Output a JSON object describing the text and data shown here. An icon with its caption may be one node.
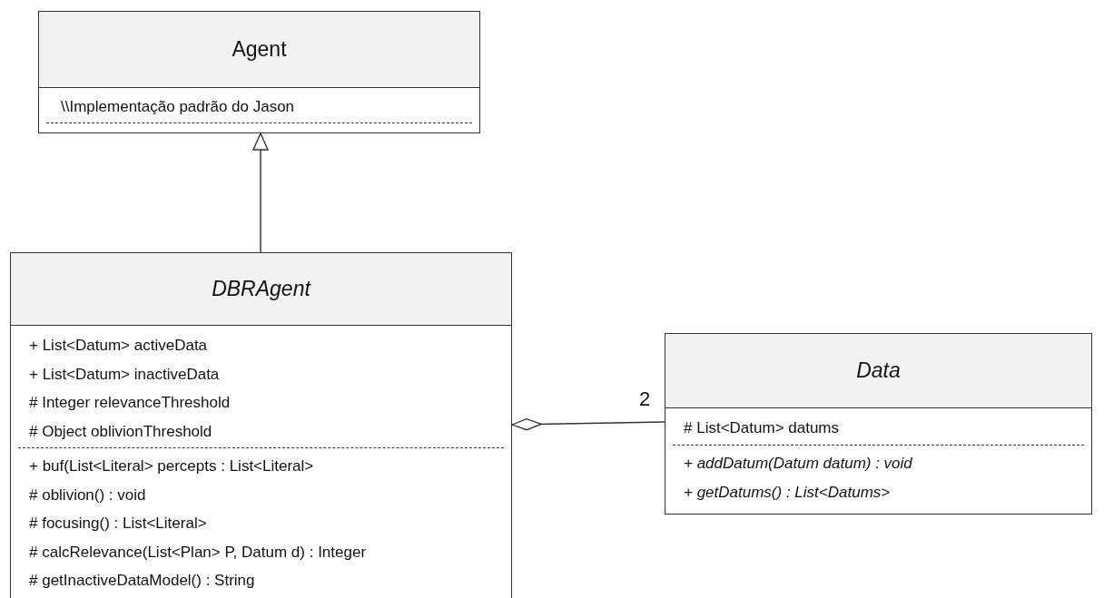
{
  "diagram": {
    "nodes": [
      {
        "text": [
          "Agent",
          "\\\\Implementação padrão do Jason"
        ]
      },
      {
        "text": [
          "DBRAgent",
          "+ List<Datum> activeData",
          "+ List<Datum> inactiveData",
          "# Integer relevanceThreshold",
          "# Object oblivionThreshold",
          "+ buf(List<Literal> percepts : List<Literal>",
          "# oblivion() : void",
          "# focusing() : List<Literal>",
          "# calcRelevance(List<Plan> P, Datum d) : Integer",
          "# getInactiveDataModel() : String"
        ]
      },
      {
        "text": [
          "Data",
          "# List<Datum> datums",
          "+ addDatum(Datum datum) : void",
          "+ getDatums() : List<Datums>"
        ]
      }
    ],
    "edges": [
      {
        "from": 1,
        "to": 0,
        "arrow": "to"
      },
      {
        "from": 1,
        "to": 2,
        "arrow": "other",
        "label": "2"
      }
    ]
  }
}
